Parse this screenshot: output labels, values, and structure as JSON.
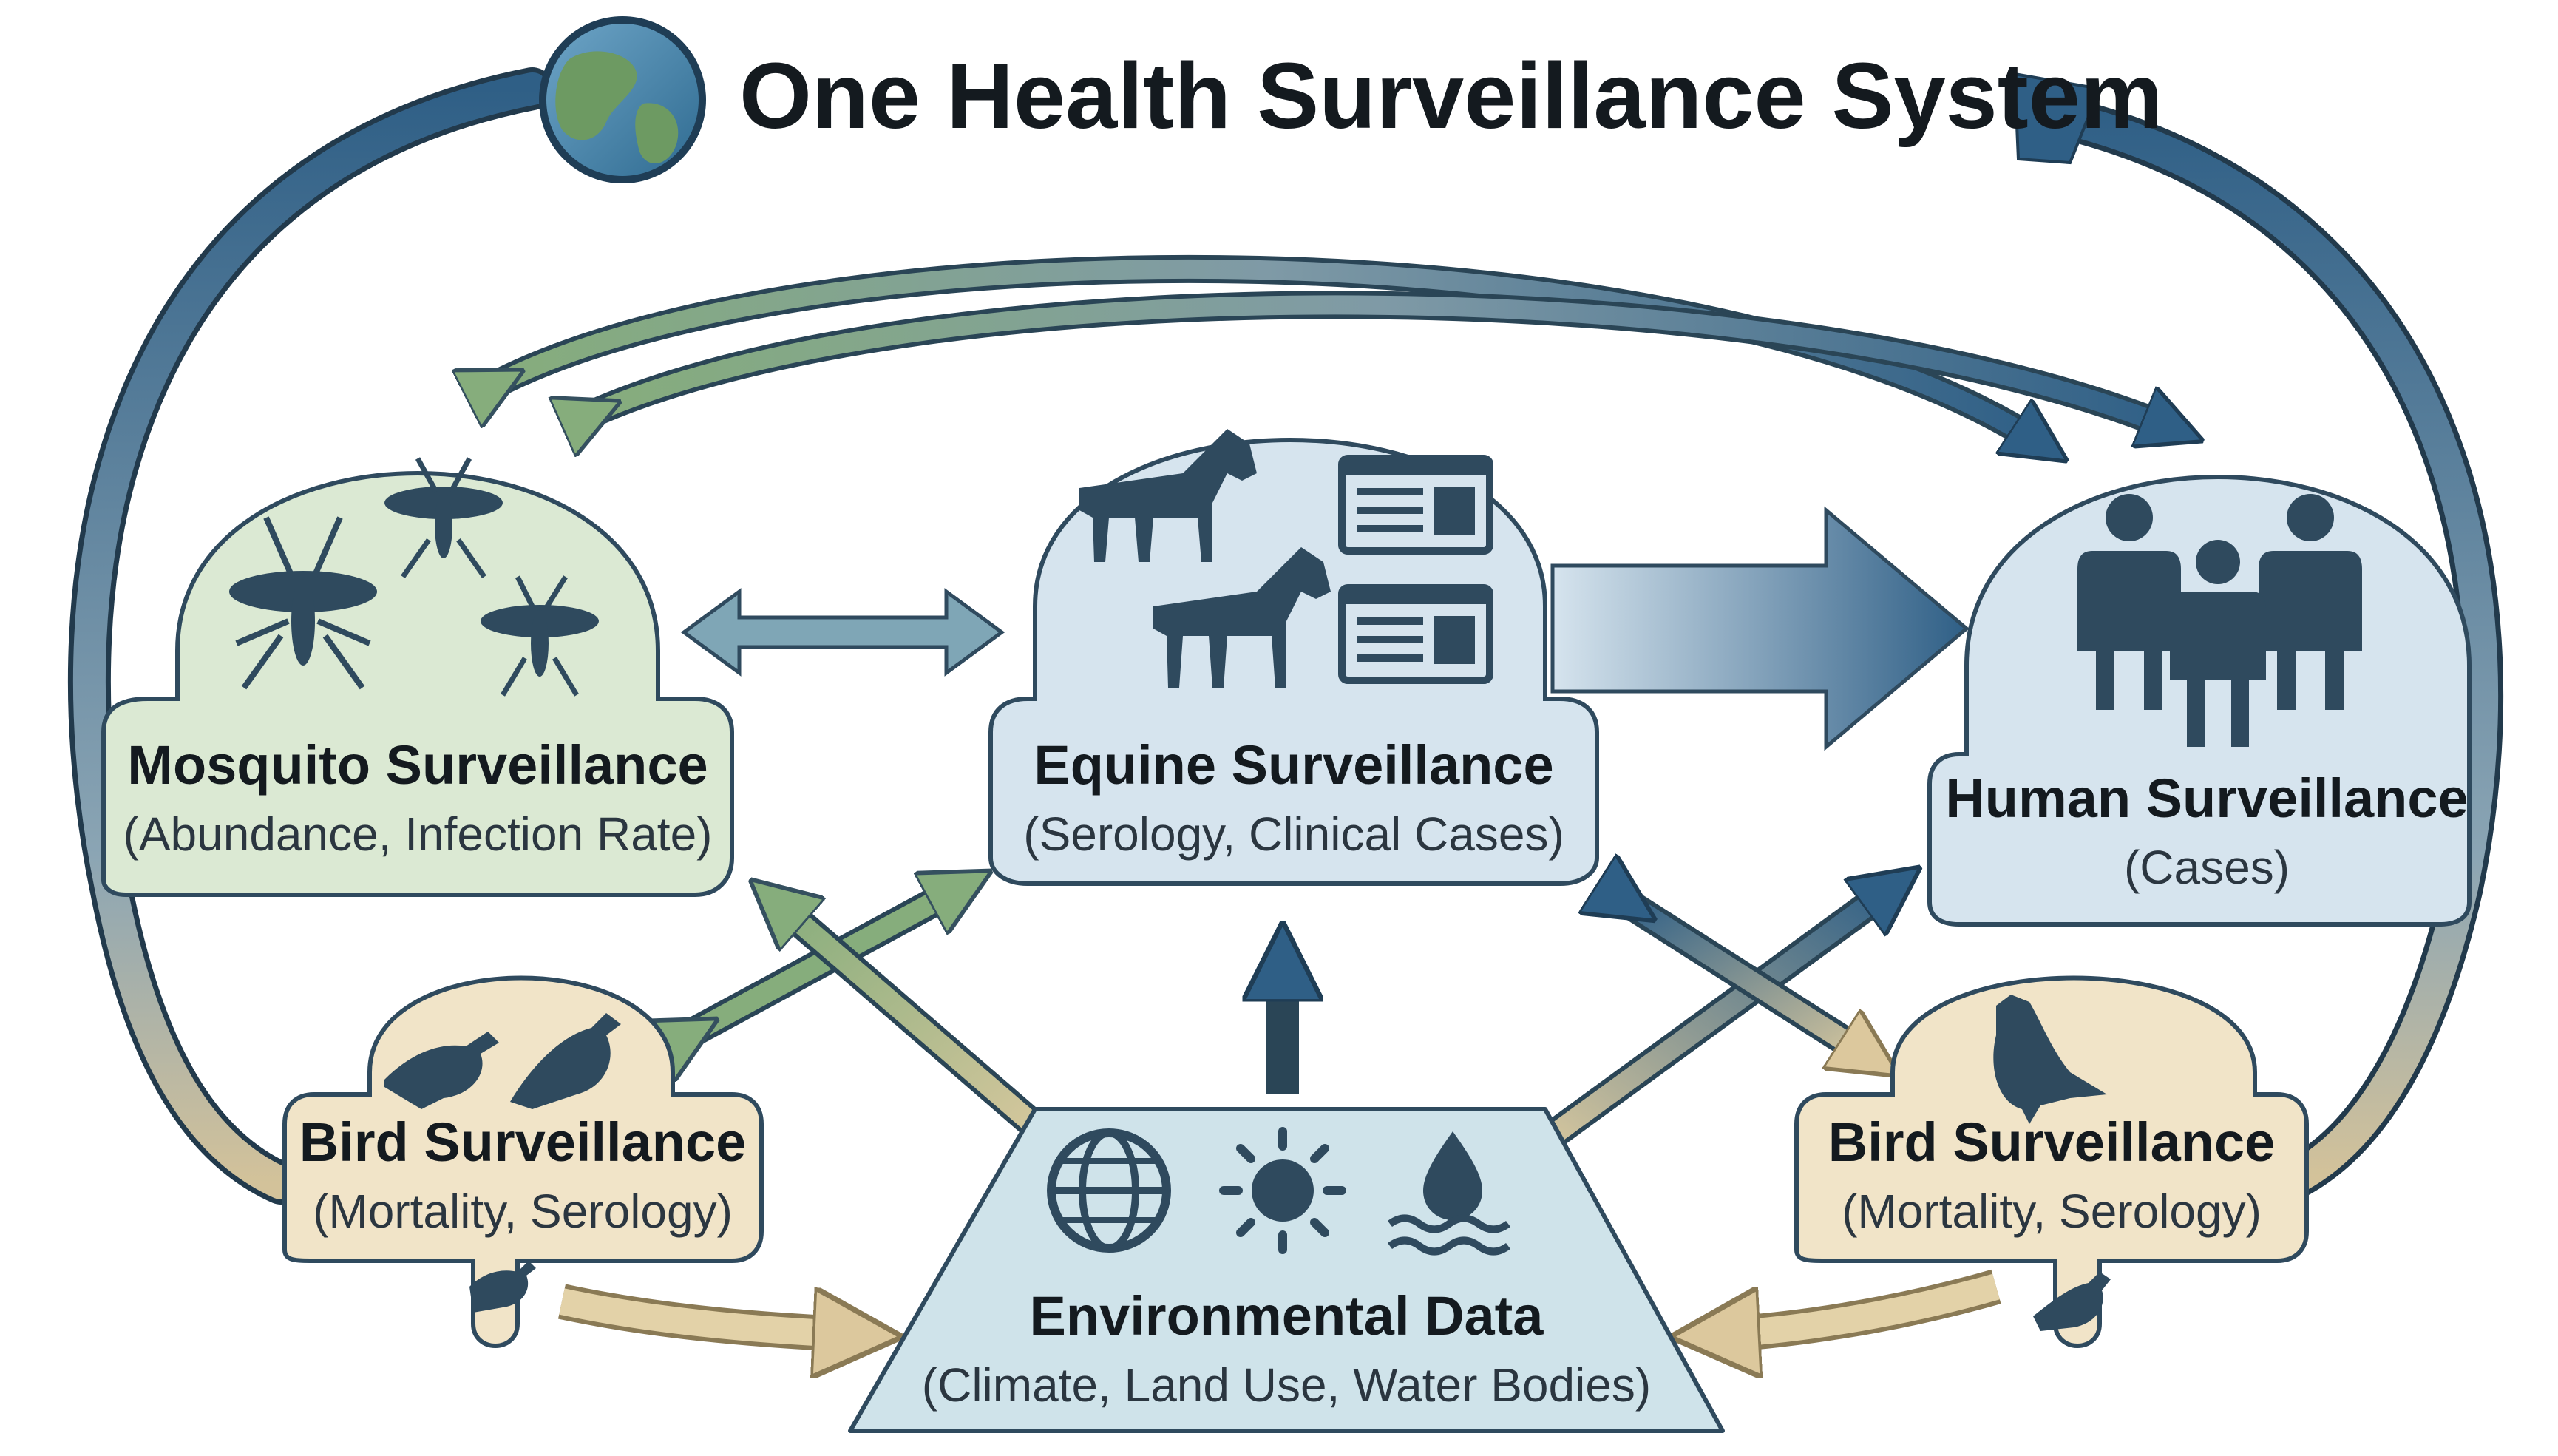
{
  "title": "One Health Surveillance System",
  "nodes": {
    "mosquito": {
      "title": "Mosquito Surveillance",
      "subtitle": "(Abundance, Infection Rate)"
    },
    "equine": {
      "title": "Equine Surveillance",
      "subtitle": "(Serology, Clinical Cases)"
    },
    "human": {
      "title": "Human Surveillance",
      "subtitle": "(Cases)"
    },
    "bird_left": {
      "title": "Bird Surveillance",
      "subtitle": "(Mortality, Serology)"
    },
    "bird_right": {
      "title": "Bird Surveillance",
      "subtitle": "(Mortality, Serology)"
    },
    "environment": {
      "title": "Environmental Data",
      "subtitle": "(Climate, Land Use, Water Bodies)"
    }
  },
  "icons": {
    "globe": "globe-icon",
    "mosquito": "mosquito-icon",
    "horse": "horse-icon",
    "record": "data-record-icon",
    "people": "people-icon",
    "bird": "bird-icon",
    "grid_globe": "globe-grid-icon",
    "sun": "sun-icon",
    "water": "water-drop-icon"
  },
  "colors": {
    "mosquito_fill": "#dbe9d3",
    "equine_fill": "#d6e4ee",
    "human_fill": "#d6e4ee",
    "bird_fill": "#f1e4c8",
    "environment_fill": "#cfe3ea",
    "blue_arrow": "#2f5f86",
    "green_arrow": "#86ad7c",
    "tan_arrow": "#dcc89d",
    "outline": "#2f4a5e"
  }
}
